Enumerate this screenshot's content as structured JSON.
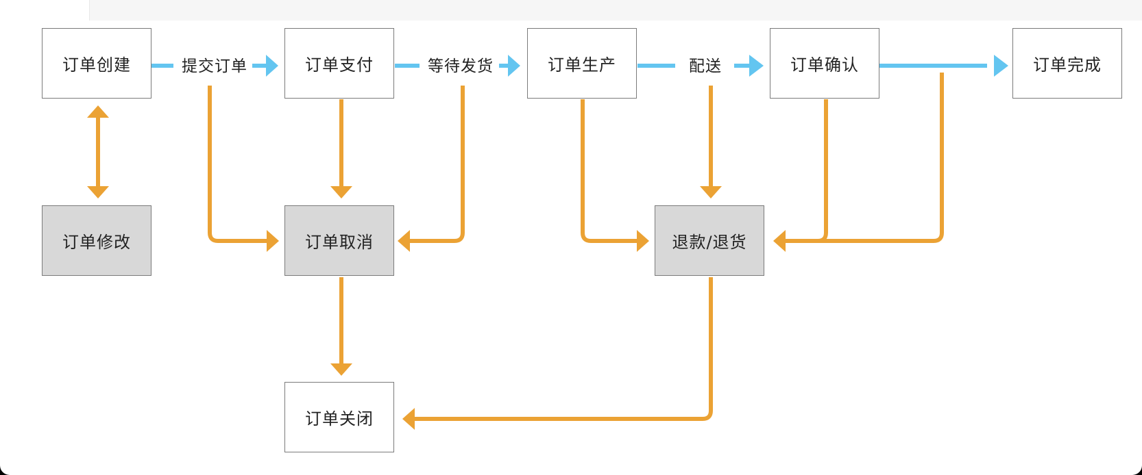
{
  "colors": {
    "flow": "#63c5f0",
    "exception": "#eba234",
    "node_border": "#7a7a7a",
    "gray_node": "#d8d8d8"
  },
  "nodes": {
    "create": "订单创建",
    "pay": "订单支付",
    "produce": "订单生产",
    "confirm": "订单确认",
    "complete": "订单完成",
    "modify": "订单修改",
    "cancel": "订单取消",
    "refund": "退款/退货",
    "close": "订单关闭"
  },
  "edge_labels": {
    "submit": "提交订单",
    "await_ship": "等待发货",
    "deliver": "配送"
  }
}
